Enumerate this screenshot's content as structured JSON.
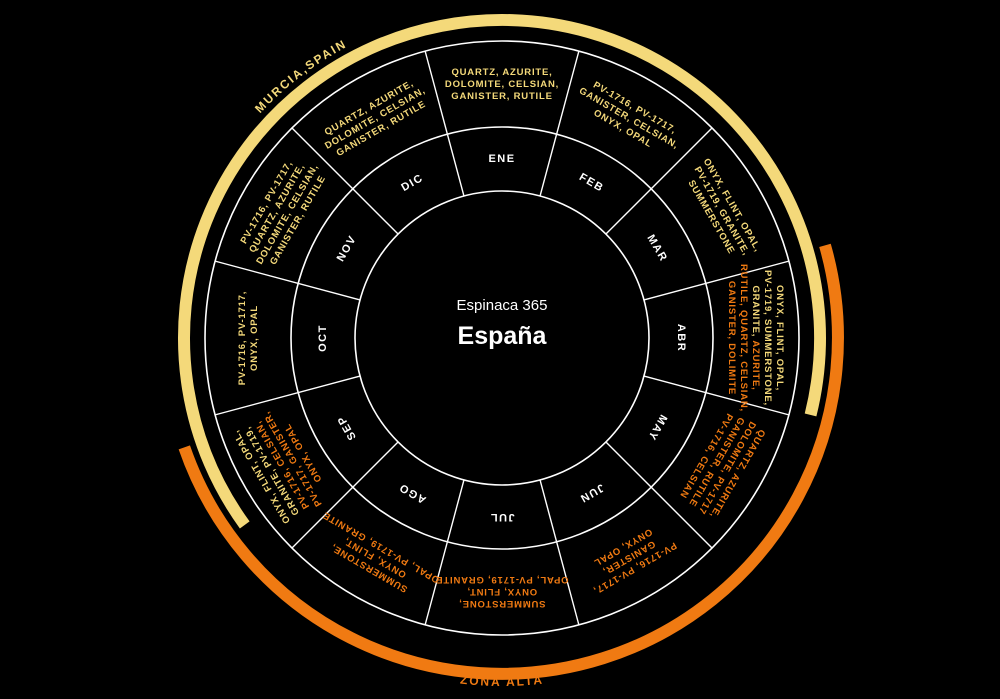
{
  "center": {
    "subtitle": "Espinaca 365",
    "title": "España"
  },
  "colors": {
    "background": "#000000",
    "lines": "#ffffff",
    "murcia": "#f4d97a",
    "zona_alta": "#f07a12",
    "text_murcia": "#f4d97a",
    "text_zona_alta": "#f07a12"
  },
  "rings": [
    {
      "id": "murcia",
      "label": "MURCIA,SPAIN",
      "color": "#f4d97a",
      "start_month": "ABR",
      "end_month": "SEP"
    },
    {
      "id": "zona_alta",
      "label": "ZONA ALTA",
      "color": "#f07a12",
      "start_month": "MAR",
      "end_month": "SEP"
    }
  ],
  "months": [
    {
      "label": "ENE",
      "lines": [
        {
          "text": "QUARTZ, AZURITE,",
          "region": "murcia"
        },
        {
          "text": "DOLOMITE, CELSIAN,",
          "region": "murcia"
        },
        {
          "text": "GANISTER, RUTILE",
          "region": "murcia"
        }
      ]
    },
    {
      "label": "FEB",
      "lines": [
        {
          "text": "PV-1716, PV-1717,",
          "region": "murcia"
        },
        {
          "text": "GANISTER, CELSIAN,",
          "region": "murcia"
        },
        {
          "text": "ONYX, OPAL",
          "region": "murcia"
        }
      ]
    },
    {
      "label": "MAR",
      "lines": [
        {
          "text": "ONYX, FLINT, OPAL,",
          "region": "murcia"
        },
        {
          "text": "PV-1719, GRANITE,",
          "region": "murcia"
        },
        {
          "text": "SUMMERSTONE",
          "region": "murcia"
        }
      ]
    },
    {
      "label": "ABR",
      "lines": [
        {
          "text": "ONYX, FLINT, OPAL,",
          "region": "murcia"
        },
        {
          "text": "PV-1719, SUMMERSTONE,",
          "region": "murcia"
        },
        {
          "text": "GRANITE,",
          "region": "murcia",
          "tail": "AZURITE,",
          "tail_region": "zona_alta"
        },
        {
          "text": "RUTILE, QUARTZ, CELSIAN,",
          "region": "zona_alta"
        },
        {
          "text": "GANISTER, DOLIMITE",
          "region": "zona_alta"
        }
      ]
    },
    {
      "label": "MAY",
      "lines": [
        {
          "text": "QUARTZ, AZURITE,",
          "region": "zona_alta"
        },
        {
          "text": "DOLOMITE, PV-1717",
          "region": "zona_alta"
        },
        {
          "text": "GANISTER, RUTILE",
          "region": "zona_alta"
        },
        {
          "text": "PV-1716, CELSIAN",
          "region": "zona_alta"
        }
      ]
    },
    {
      "label": "JUN",
      "lines": [
        {
          "text": "PV-1716, PV-1717,",
          "region": "zona_alta"
        },
        {
          "text": "GANISTER,",
          "region": "zona_alta"
        },
        {
          "text": "ONYX, OPAL",
          "region": "zona_alta"
        }
      ]
    },
    {
      "label": "JUL",
      "lines": [
        {
          "text": "SUMMERSTONE,",
          "region": "zona_alta"
        },
        {
          "text": "ONYX, FLINT,",
          "region": "zona_alta"
        },
        {
          "text": "OPAL, PV-1719, GRANITE",
          "region": "zona_alta"
        }
      ]
    },
    {
      "label": "AGO",
      "lines": [
        {
          "text": "SUMMERSTONE,",
          "region": "zona_alta"
        },
        {
          "text": "ONYX, FLINT,",
          "region": "zona_alta"
        },
        {
          "text": "OPAL, PV-1719, GRANITE",
          "region": "zona_alta"
        }
      ]
    },
    {
      "label": "SEP",
      "lines": [
        {
          "text": "ONYX, FLINT, OPAL,",
          "region": "murcia"
        },
        {
          "text": "GRANITE, PV-1719,",
          "region": "murcia"
        },
        {
          "text": "PV-1716, CELSIAN,",
          "region": "zona_alta"
        },
        {
          "text": "PV-1717, GANISTER,",
          "region": "zona_alta"
        },
        {
          "text": "ONYX, OPAL",
          "region": "zona_alta"
        }
      ]
    },
    {
      "label": "OCT",
      "lines": [
        {
          "text": "PV-1716, PV-1717,",
          "region": "murcia"
        },
        {
          "text": "ONYX, OPAL",
          "region": "murcia"
        }
      ]
    },
    {
      "label": "NOV",
      "lines": [
        {
          "text": "PV-1716, PV-1717,",
          "region": "murcia"
        },
        {
          "text": "QUARTZ, AZURITE,",
          "region": "murcia"
        },
        {
          "text": "DOLOMITE, CELSIAN,",
          "region": "murcia"
        },
        {
          "text": "GANISTER, RUTILE",
          "region": "murcia"
        }
      ]
    },
    {
      "label": "DIC",
      "lines": [
        {
          "text": "QUARTZ, AZURITE,",
          "region": "murcia"
        },
        {
          "text": "DOLOMITE, CELSIAN,",
          "region": "murcia"
        },
        {
          "text": "GANISTER, RUTILE",
          "region": "murcia"
        }
      ]
    }
  ]
}
